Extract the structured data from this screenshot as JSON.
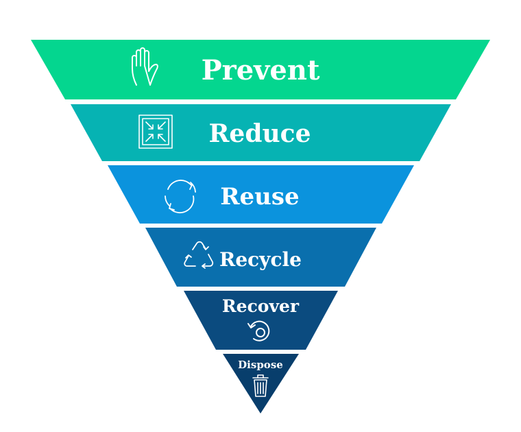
{
  "tiers": [
    {
      "label": "Prevent",
      "icon": "hand-stop-icon",
      "color": "#04d68f"
    },
    {
      "label": "Reduce",
      "icon": "compress-arrows-icon",
      "color": "#06b3b3"
    },
    {
      "label": "Reuse",
      "icon": "circular-arrows-icon",
      "color": "#0b93dd"
    },
    {
      "label": "Recycle",
      "icon": "recycle-icon",
      "color": "#0a6fad"
    },
    {
      "label": "Recover",
      "icon": "recover-arrow-icon",
      "color": "#0b4b7f"
    },
    {
      "label": "Dispose",
      "icon": "trash-can-icon",
      "color": "#083e6c"
    }
  ]
}
